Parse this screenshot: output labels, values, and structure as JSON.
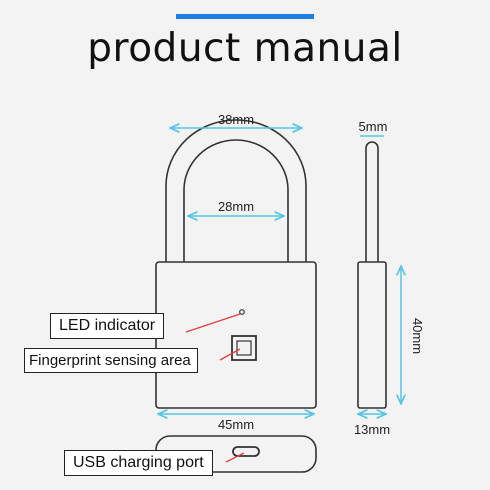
{
  "header": {
    "title": "product manual",
    "accent_color": "#1f7fe0"
  },
  "dimensions": {
    "shackle_outer_width": "38mm",
    "shackle_inner_width": "28mm",
    "body_width": "45mm",
    "shackle_thickness": "5mm",
    "body_height": "40mm",
    "body_depth": "13mm"
  },
  "callouts": {
    "led_indicator": "LED indicator",
    "fingerprint_area": "Fingerprint sensing area",
    "usb_port": "USB charging port"
  },
  "colors": {
    "dimension_line": "#58c4e6",
    "leader_line": "#e04040",
    "outline": "#333333",
    "background": "#f3f3f3"
  },
  "icons": [
    "fingerprint-sensor-icon",
    "led-dot-icon",
    "usb-port-icon"
  ]
}
